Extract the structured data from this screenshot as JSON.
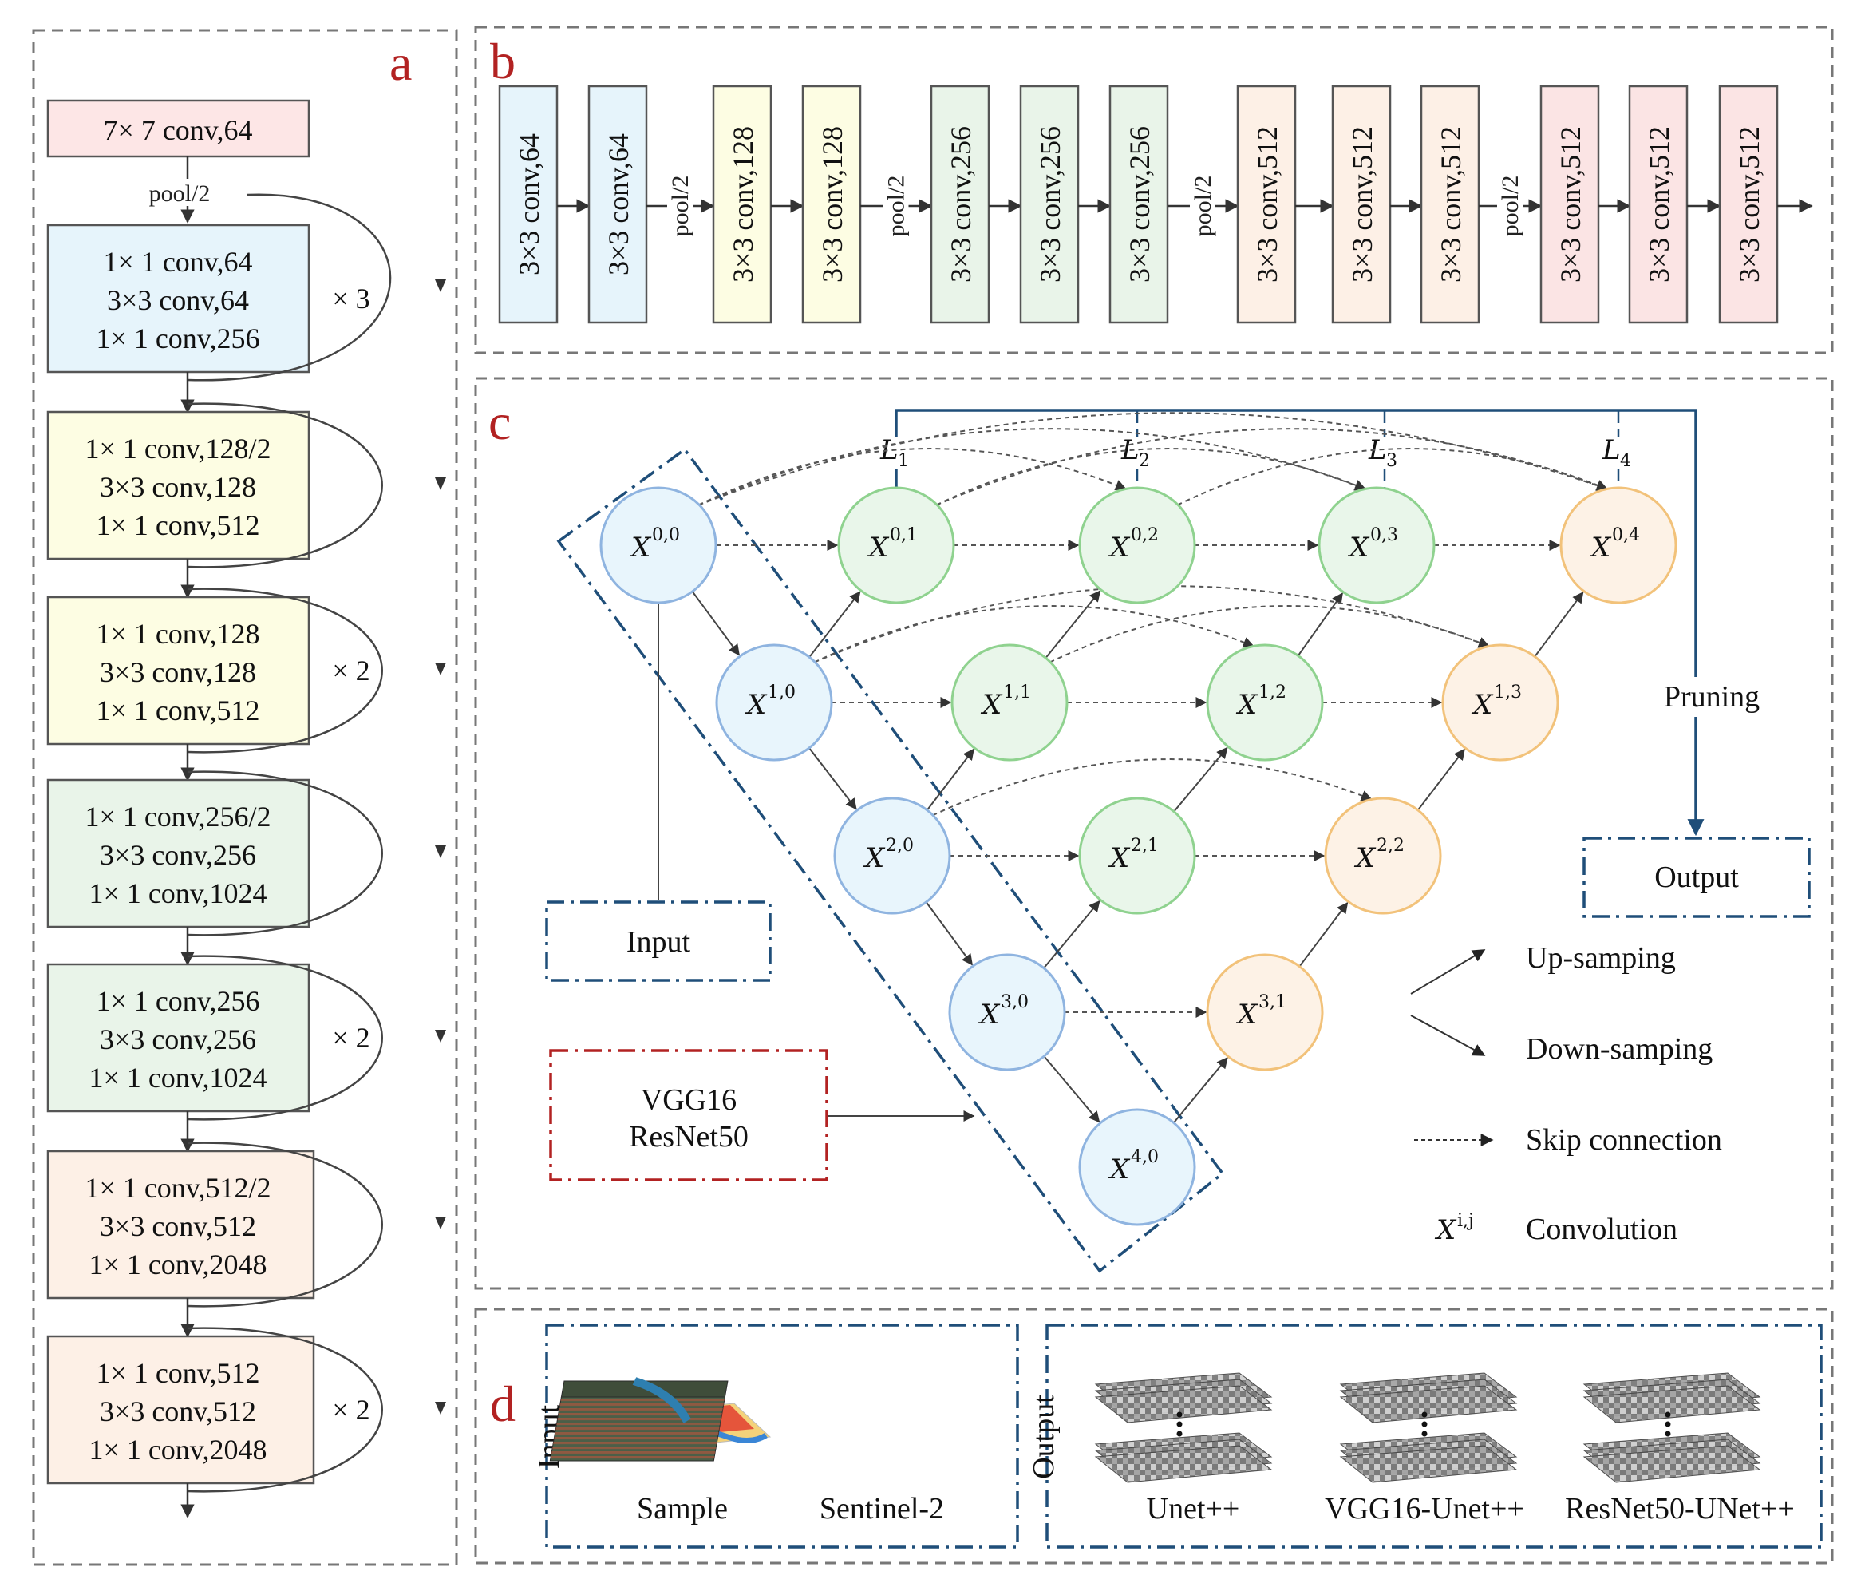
{
  "panel_a": {
    "letter": "a",
    "top_block": "7× 7 conv,64",
    "pool_label": "pool/2",
    "blocks": [
      {
        "lines": [
          "1× 1 conv,64",
          "3×3 conv,64",
          "1× 1 conv,256"
        ],
        "repeat": "× 3",
        "color": "#e6f4fb"
      },
      {
        "lines": [
          "1× 1 conv,128/2",
          "3×3 conv,128",
          "1× 1 conv,512"
        ],
        "repeat": "",
        "color": "#fdfde3"
      },
      {
        "lines": [
          "1× 1 conv,128",
          "3×3 conv,128",
          "1× 1 conv,512"
        ],
        "repeat": "× 2",
        "color": "#fdfde3"
      },
      {
        "lines": [
          "1× 1 conv,256/2",
          "3×3 conv,256",
          "1× 1 conv,1024"
        ],
        "repeat": "",
        "color": "#e9f4e9"
      },
      {
        "lines": [
          "1× 1 conv,256",
          "3×3 conv,256",
          "1× 1 conv,1024"
        ],
        "repeat": "× 2",
        "color": "#e9f4e9"
      },
      {
        "lines": [
          "1× 1 conv,512/2",
          "3×3 conv,512",
          "1× 1 conv,2048"
        ],
        "repeat": "",
        "color": "#fdf0e6"
      },
      {
        "lines": [
          "1× 1 conv,512",
          "3×3 conv,512",
          "1× 1 conv,2048"
        ],
        "repeat": "× 2",
        "color": "#fdf0e6"
      }
    ]
  },
  "panel_b": {
    "letter": "b",
    "pool_label": "pool/2",
    "blocks": [
      {
        "label": "3×3 conv,64",
        "color": "#e6f4fb"
      },
      {
        "label": "3×3 conv,64",
        "color": "#e6f4fb"
      },
      {
        "label": "3×3 conv,128",
        "color": "#fdfde3"
      },
      {
        "label": "3×3 conv,128",
        "color": "#fdfde3"
      },
      {
        "label": "3×3 conv,256",
        "color": "#e9f4e9"
      },
      {
        "label": "3×3 conv,256",
        "color": "#e9f4e9"
      },
      {
        "label": "3×3 conv,256",
        "color": "#e9f4e9"
      },
      {
        "label": "3×3 conv,512",
        "color": "#fdf0e6"
      },
      {
        "label": "3×3 conv,512",
        "color": "#fdf0e6"
      },
      {
        "label": "3×3 conv,512",
        "color": "#fdf0e6"
      },
      {
        "label": "3×3 conv,512",
        "color": "#fbe4e4"
      },
      {
        "label": "3×3 conv,512",
        "color": "#fbe4e4"
      },
      {
        "label": "3×3 conv,512",
        "color": "#fbe4e4"
      }
    ]
  },
  "panel_c": {
    "letter": "c",
    "loss_labels": [
      "L",
      "L",
      "L",
      "L"
    ],
    "loss_subs": [
      "1",
      "2",
      "3",
      "4"
    ],
    "pruning": "Pruning",
    "output": "Output",
    "input": "Input",
    "backbones": [
      "VGG16",
      "ResNet50"
    ],
    "node_base": "X",
    "nodes": [
      {
        "sup": "0,0",
        "kind": "encoder"
      },
      {
        "sup": "1,0",
        "kind": "encoder"
      },
      {
        "sup": "2,0",
        "kind": "encoder"
      },
      {
        "sup": "3,0",
        "kind": "encoder"
      },
      {
        "sup": "4,0",
        "kind": "encoder"
      },
      {
        "sup": "0,1",
        "kind": "middle"
      },
      {
        "sup": "1,1",
        "kind": "middle"
      },
      {
        "sup": "2,1",
        "kind": "middle"
      },
      {
        "sup": "0,2",
        "kind": "middle"
      },
      {
        "sup": "1,2",
        "kind": "middle"
      },
      {
        "sup": "0,3",
        "kind": "middle"
      },
      {
        "sup": "3,1",
        "kind": "decoder"
      },
      {
        "sup": "2,2",
        "kind": "decoder"
      },
      {
        "sup": "1,3",
        "kind": "decoder"
      },
      {
        "sup": "0,4",
        "kind": "decoder"
      }
    ],
    "legend": {
      "up": "Up-samping",
      "down": "Down-samping",
      "skip": "Skip connection",
      "conv_symbol": "X",
      "conv_sup": "i,j",
      "conv": "Convolution"
    },
    "colors": {
      "encoder_fill": "#e8f5fc",
      "encoder_stroke": "#8fb4e0",
      "middle_fill": "#e9f6ea",
      "middle_stroke": "#8fd28f",
      "decoder_fill": "#fdf2e6",
      "decoder_stroke": "#f2c27a",
      "frame_blue": "#1f4e79",
      "frame_red": "#b22222"
    }
  },
  "panel_d": {
    "letter": "d",
    "input_title": "Input",
    "output_title": "Output",
    "input_items": [
      "Sample",
      "Sentinel-2"
    ],
    "output_items": [
      "Unet++",
      "VGG16-Unet++",
      "ResNet50-UNet++"
    ]
  }
}
